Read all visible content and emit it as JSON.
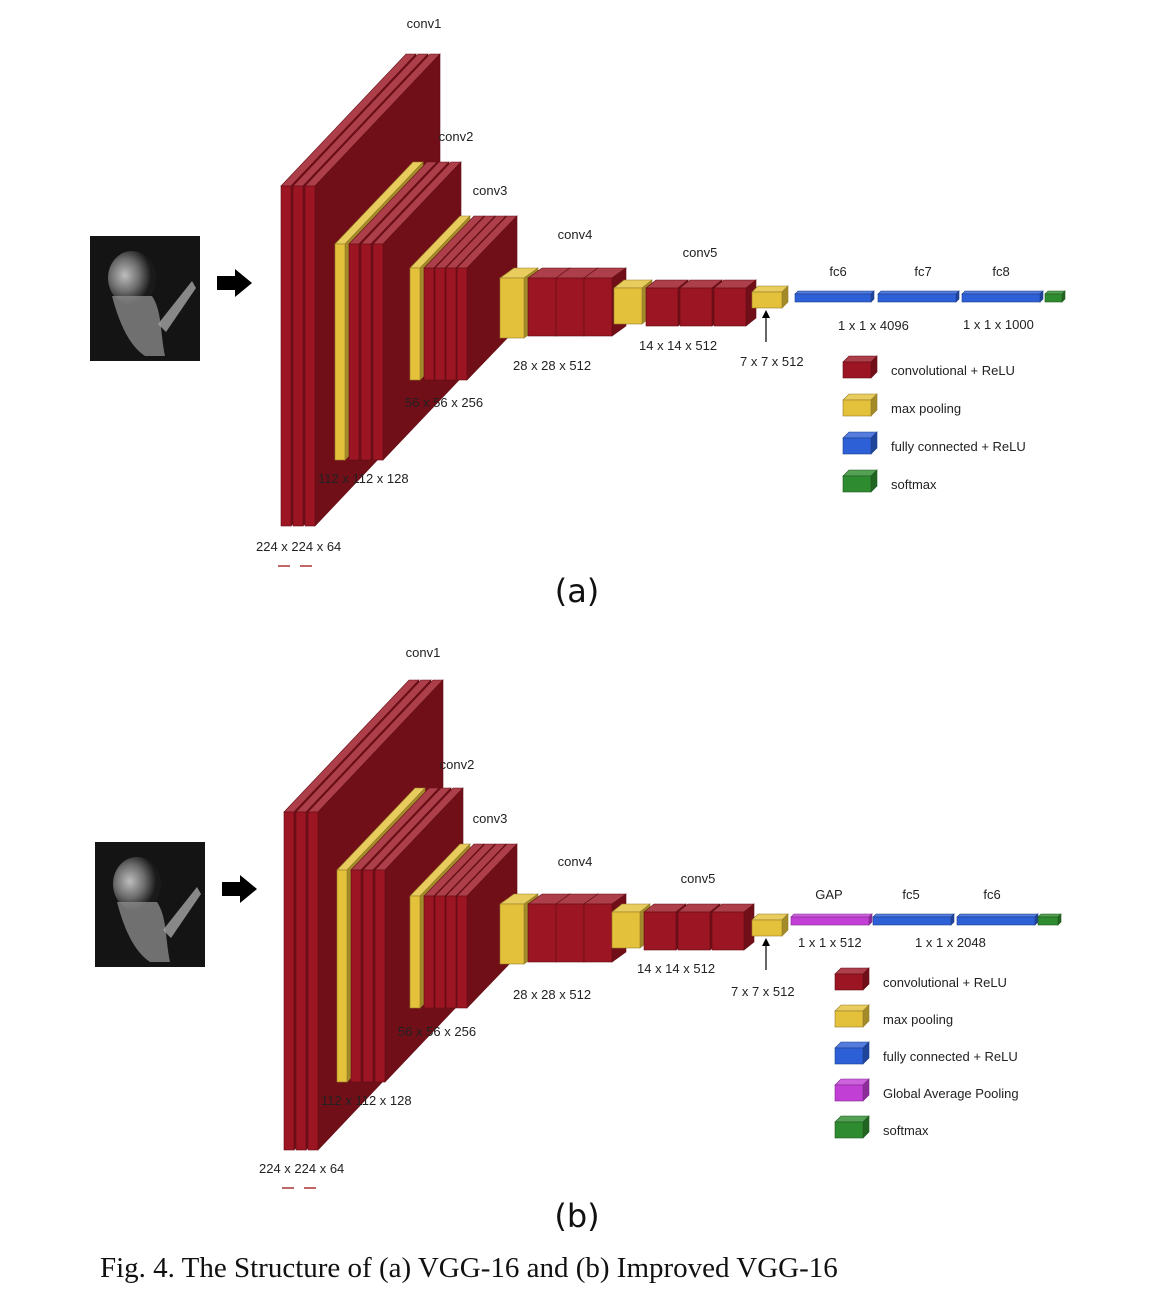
{
  "colors": {
    "conv": "#9b1522",
    "pool": "#e3c13b",
    "fc": "#2d5fd6",
    "gap": "#c23fd6",
    "softmax": "#2f8b2f"
  },
  "panel_a": {
    "sublabel": "(a)",
    "layer_labels": [
      "conv1",
      "conv2",
      "conv3",
      "conv4",
      "conv5",
      "fc6",
      "fc7",
      "fc8"
    ],
    "dim_labels": [
      "224 x 224 x 64",
      "112 x 112 x 128",
      "56 x 56 x 256",
      "28 x 28 x 512",
      "14 x 14 x 512",
      "7 x 7 x 512",
      "1 x 1 x 4096",
      "1 x 1 x 1000"
    ],
    "legend": [
      {
        "label": "convolutional + ReLU",
        "color": "conv"
      },
      {
        "label": "max pooling",
        "color": "pool"
      },
      {
        "label": "fully connected + ReLU",
        "color": "fc"
      },
      {
        "label": "softmax",
        "color": "softmax"
      }
    ]
  },
  "panel_b": {
    "sublabel": "(b)",
    "layer_labels": [
      "conv1",
      "conv2",
      "conv3",
      "conv4",
      "conv5",
      "GAP",
      "fc5",
      "fc6"
    ],
    "dim_labels": [
      "224 x 224 x 64",
      "112 x 112 x 128",
      "56 x 56 x 256",
      "28 x 28 x 512",
      "14 x 14 x 512",
      "7 x 7 x 512",
      "1 x 1 x 512",
      "1 x 1 x 2048"
    ],
    "legend": [
      {
        "label": "convolutional + ReLU",
        "color": "conv"
      },
      {
        "label": "max pooling",
        "color": "pool"
      },
      {
        "label": "fully connected + ReLU",
        "color": "fc"
      },
      {
        "label": "Global Average Pooling",
        "color": "gap"
      },
      {
        "label": "softmax",
        "color": "softmax"
      }
    ]
  },
  "caption": "Fig. 4.   The Structure of (a) VGG-16 and (b) Improved VGG-16"
}
